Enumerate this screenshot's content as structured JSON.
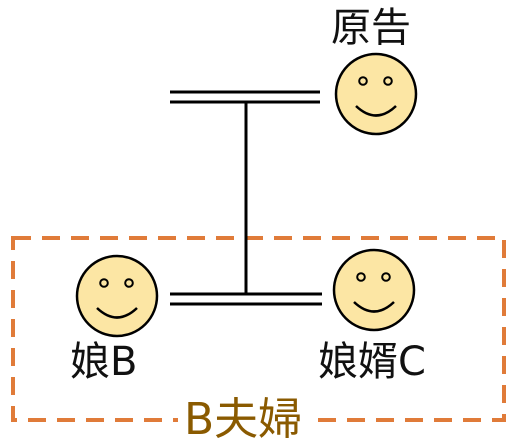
{
  "labels": {
    "plaintiff": "原告",
    "daughter": "娘B",
    "son_in_law": "娘婿C",
    "couple": "B夫婦"
  },
  "icons": {
    "plaintiff": "smiley-face-icon",
    "daughter": "smiley-face-icon",
    "son_in_law": "smiley-face-icon"
  },
  "colors": {
    "face_fill": "#fce6a4",
    "outline": "#000000",
    "group_border": "#e07b39",
    "couple_text": "#8a5a00"
  }
}
